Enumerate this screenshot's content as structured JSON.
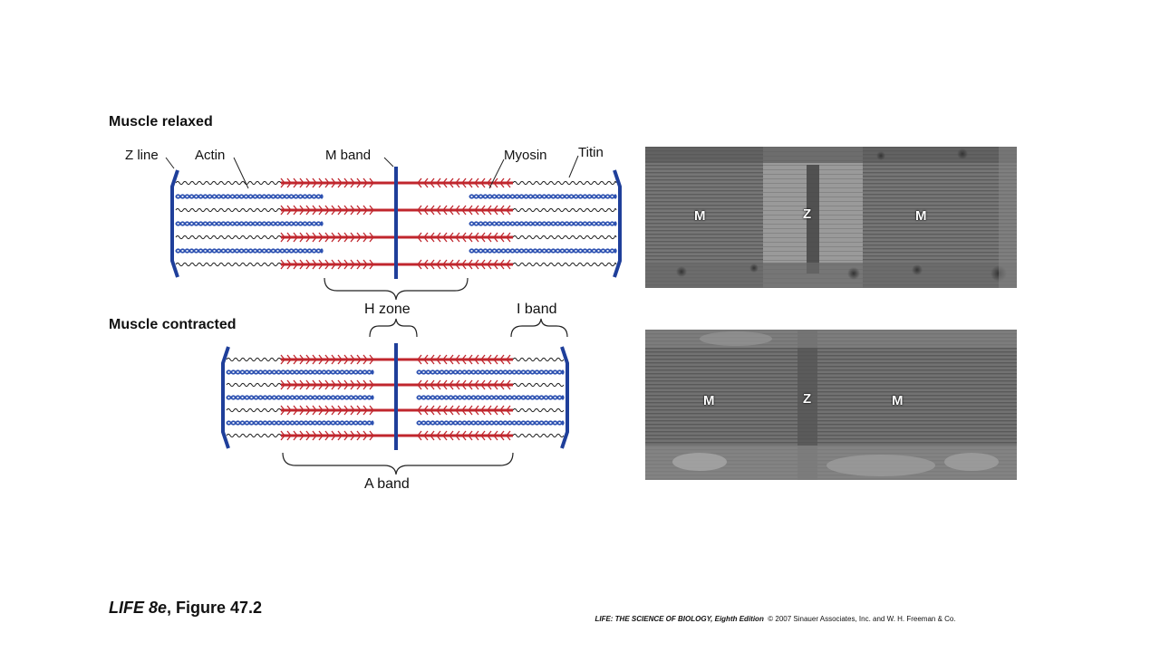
{
  "relaxed": {
    "title": "Muscle relaxed",
    "labels": {
      "z_line": "Z line",
      "actin": "Actin",
      "m_band": "M band",
      "myosin": "Myosin",
      "titin": "Titin"
    },
    "h_zone": "H zone",
    "i_band": "I band"
  },
  "contracted": {
    "title": "Muscle contracted",
    "a_band": "A band"
  },
  "micrographs": {
    "relaxed_letters": [
      "M",
      "Z",
      "M"
    ],
    "contracted_letters": [
      "M",
      "Z",
      "M"
    ]
  },
  "colors": {
    "actin": "#2a4fb0",
    "myosin": "#c0262d",
    "z_line": "#1f3f9a",
    "m_band": "#1f3f9a",
    "titin": "#222222"
  },
  "footer": {
    "figure_italic": "LIFE 8e",
    "figure_rest": ", Figure 47.2",
    "credit_italic": "LIFE: THE SCIENCE OF BIOLOGY, Eighth Edition",
    "credit_rest": "  © 2007 Sinauer Associates, Inc. and W. H. Freeman & Co."
  }
}
